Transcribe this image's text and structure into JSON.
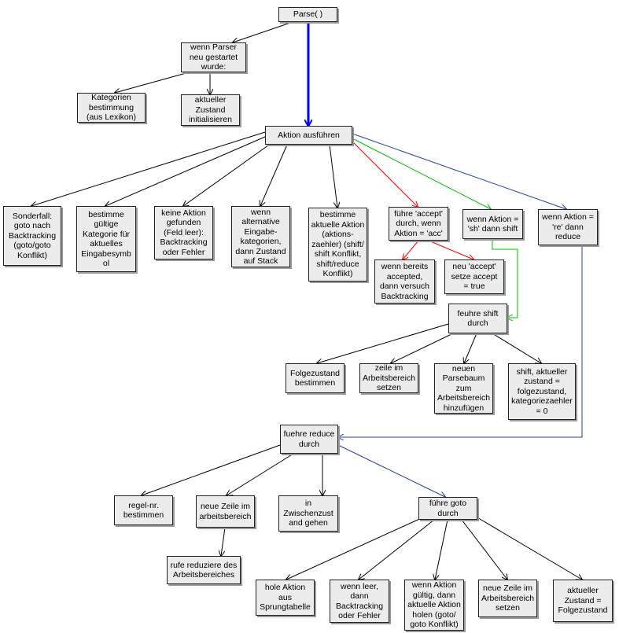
{
  "nodes": {
    "parse": "Parse( )",
    "wenn_parser": "wenn Parser\nneu gestartet\nwurde:",
    "kategorien": "Kategorien\nbestimmung\n(aus Lexikon)",
    "aktueller_zustand": "aktueller\nZustand\ninitialisieren",
    "aktion": "Aktion ausführen",
    "sonderfall": "Sonderfall:\ngoto nach\nBacktracking\n(goto/goto\nKonflikt)",
    "bestimme_gueltige": "bestimme\ngültige\nKategorie für\naktuelles\nEingabesymb\nol",
    "keine_aktion": "keine Aktion\ngefunden\n(Feld leer):\nBacktracking\noder Fehler",
    "wenn_alternative": "wenn\nalternative\nEingabe-\nkategorien,\ndann Zustand\nauf Stack",
    "bestimme_aktuelle": "bestimme\naktuelle Aktion\n(aktions-\nzaehler) (shift/\nshift  Konflikt,\nshift/reduce\nKonflikt)",
    "fuehre_accept": "führe 'accept'\ndurch, wenn\nAktion = 'acc'",
    "wenn_sh": "wenn Aktion =\n'sh'  dann shift",
    "wenn_re": "wenn Aktion =\n're'  dann\nreduce",
    "wenn_bereits": "wenn bereits\naccepted,\ndann versuch\nBacktracking",
    "neu_accept": "neu 'accept'\nsetze accept\n= true",
    "feuhre_shift": "feuhre shift\ndurch",
    "folgezustand": "Folgezustand\nbestimmen",
    "zeile_arbeitsbereich": "zeile im\nArbeitsbereich\nsetzen",
    "neuen_parsebaum": "neuen\nParsebaum\nzum\nArbeitsbereich\nhinzufügen",
    "shift_aktueller": "shift, aktueller\nzustand =\nfolgezustand,\nkategoriezaehler\n= 0",
    "fuehre_reduce": "fuehre reduce\ndurch",
    "regel_nr": "regel-nr.\nbestimmen",
    "neue_zeile": "neue Zeile im\narbeitsbereich",
    "in_zwischen": "in\nZwischenzust\nand gehen",
    "fuehre_goto": "führe  goto\ndurch",
    "rufe_reduziere": "rufe reduziere des\nArbeitsbereiches",
    "hole_aktion": "hole Aktion\naus\nSprungtabelle",
    "wenn_leer": "wenn leer,\ndann\nBacktracking\noder Fehler",
    "wenn_aktion_gueltig": "wenn Aktion\ngültig, dann\naktuelle Aktion\nholen (goto/\ngoto Konflikt)",
    "neue_zeile_2": "neue Zeile im\nArbeitsbereich\nsetzen",
    "aktueller_zustand_2": "aktueller\nZustand =\nFolgezustand"
  },
  "colors": {
    "node_fill": "#ececec",
    "node_border": "#222222",
    "edge_default": "#000000",
    "edge_main": "#0000ff",
    "edge_accept": "#ff0000",
    "edge_shift": "#00c000",
    "edge_reduce": "#1f3fa8"
  }
}
